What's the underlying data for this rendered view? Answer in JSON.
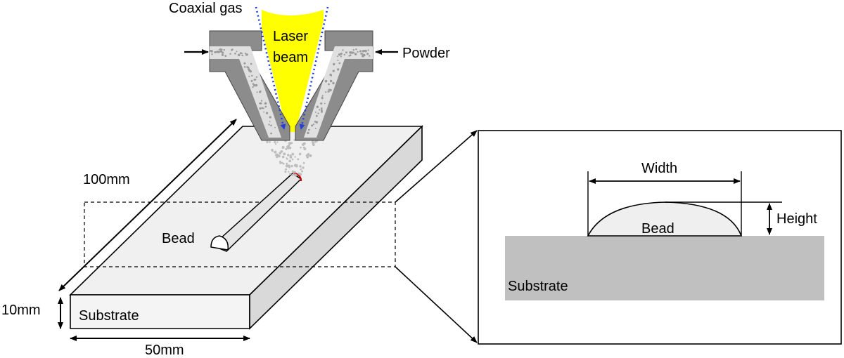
{
  "diagram": {
    "labels": {
      "coaxial_gas": "Coaxial gas",
      "laser_beam_line1": "Laser",
      "laser_beam_line2": "beam",
      "powder": "Powder",
      "bead": "Bead",
      "substrate": "Substrate",
      "length_dim": "100mm",
      "thickness_dim": "10mm",
      "width_dim": "50mm"
    },
    "cross_section": {
      "width_label": "Width",
      "height_label": "Height",
      "bead_label": "Bead",
      "substrate_label": "Substrate"
    },
    "colors": {
      "nozzle": "#8c8c8c",
      "laser": "#ffff00",
      "gas_dots": "#1f3fd6",
      "powder": "#bdbdbd",
      "plate_top": "#f0f0f0",
      "plate_side": "#d9d9d9",
      "cross_substrate": "#c0c0c0",
      "cross_bead": "#efefef",
      "melt_pool": "#cc0000"
    }
  }
}
